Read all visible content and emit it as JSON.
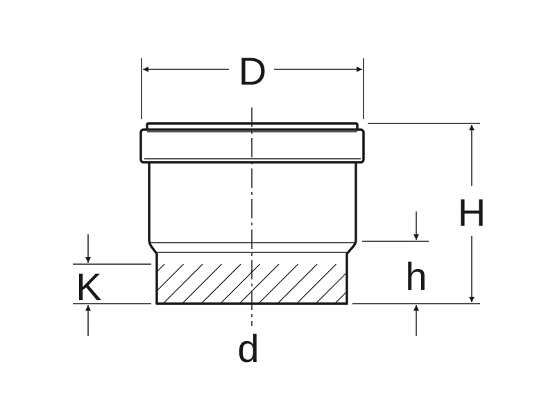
{
  "labels": {
    "outer_diameter": "D",
    "inner_diameter": "d",
    "total_height": "H",
    "spigot_height": "h",
    "insertion_depth": "K"
  },
  "colors": {
    "line": "#1a1a1a",
    "background": "#ffffff"
  }
}
